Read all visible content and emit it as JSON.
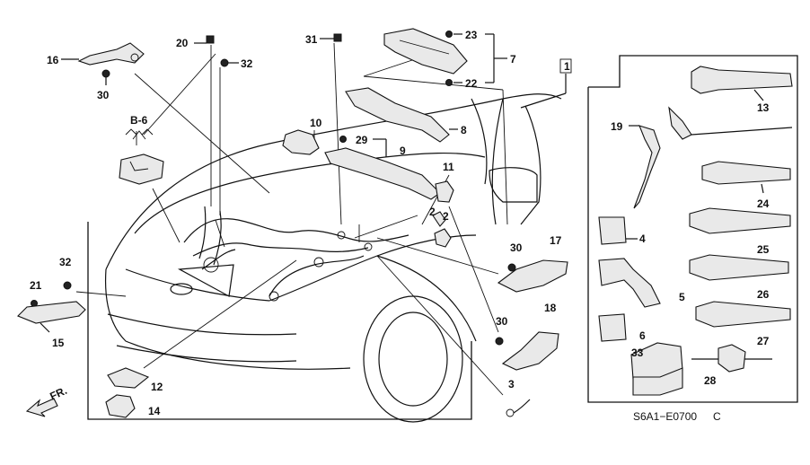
{
  "diagram": {
    "code": "S6A1−E0700",
    "code_suffix": "C",
    "ref_view": "B-6",
    "direction": "FR.",
    "callouts": [
      "1",
      "2",
      "3",
      "4",
      "5",
      "6",
      "7",
      "8",
      "9",
      "10",
      "11",
      "12",
      "13",
      "14",
      "15",
      "16",
      "17",
      "18",
      "19",
      "20",
      "21",
      "22",
      "23",
      "24",
      "25",
      "26",
      "27",
      "28",
      "29",
      "30",
      "31",
      "32",
      "33"
    ]
  },
  "colors": {
    "line": "#111111",
    "part_fill": "#e9e9e9",
    "background": "#ffffff"
  }
}
